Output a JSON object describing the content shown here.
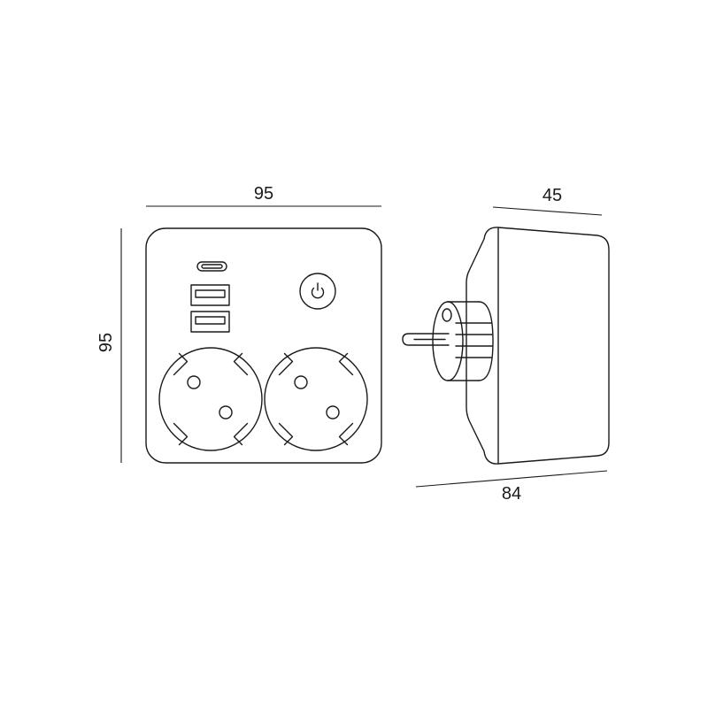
{
  "dimensions": {
    "front_width": "95",
    "front_height": "95",
    "side_depth": "45",
    "side_length": "84"
  }
}
